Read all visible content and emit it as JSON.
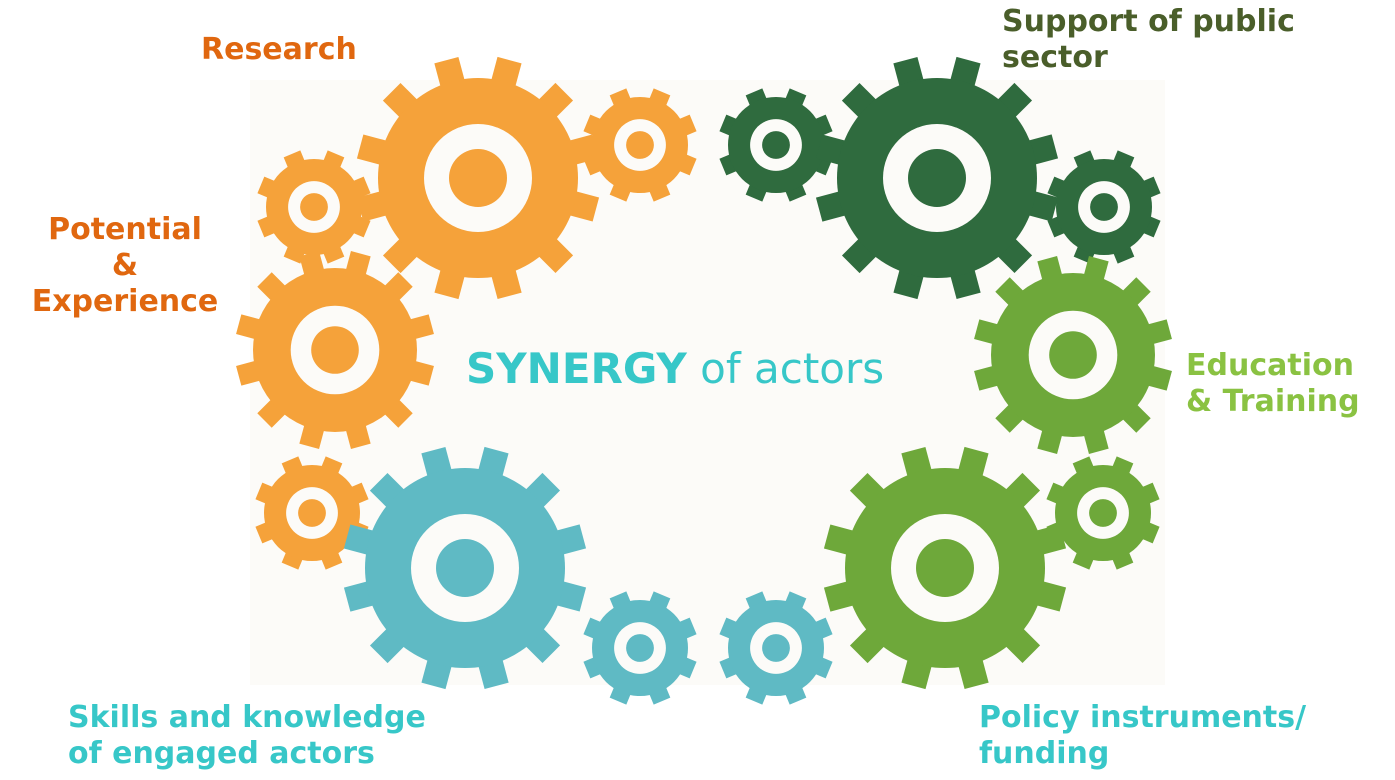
{
  "colors": {
    "orange": "#f5a23a",
    "orange_text": "#e0670f",
    "dark_green": "#2f6b3e",
    "dark_green_text": "#4a5e2a",
    "green": "#6ea83a",
    "green_text": "#8ac242",
    "teal": "#5fbac4",
    "teal_text": "#37c7c8",
    "panel": "#fcfbf8"
  },
  "labels": {
    "research": "Research",
    "support": [
      "Support of public",
      "sector"
    ],
    "potential": [
      "Potential",
      "&",
      "Experience"
    ],
    "education": [
      "Education",
      "& Training"
    ],
    "skills": [
      "Skills and knowledge",
      "of engaged actors"
    ],
    "policy": [
      "Policy instruments/",
      "funding"
    ]
  },
  "center": {
    "word1": "SYNERGY",
    "word2": " of actors"
  },
  "gears": [
    {
      "name": "gear-research-large",
      "color": "orange"
    },
    {
      "name": "gear-research-small",
      "color": "orange"
    },
    {
      "name": "gear-orange-top-left",
      "color": "orange"
    },
    {
      "name": "gear-potential-large",
      "color": "orange"
    },
    {
      "name": "gear-orange-bottom-left",
      "color": "orange"
    },
    {
      "name": "gear-support-small",
      "color": "dark_green"
    },
    {
      "name": "gear-support-large",
      "color": "dark_green"
    },
    {
      "name": "gear-dark-green-right",
      "color": "dark_green"
    },
    {
      "name": "gear-education-large",
      "color": "green"
    },
    {
      "name": "gear-green-right-small",
      "color": "green"
    },
    {
      "name": "gear-policy-large",
      "color": "green"
    },
    {
      "name": "gear-skills-large",
      "color": "teal"
    },
    {
      "name": "gear-teal-bottom-1",
      "color": "teal"
    },
    {
      "name": "gear-teal-bottom-2",
      "color": "teal"
    }
  ]
}
